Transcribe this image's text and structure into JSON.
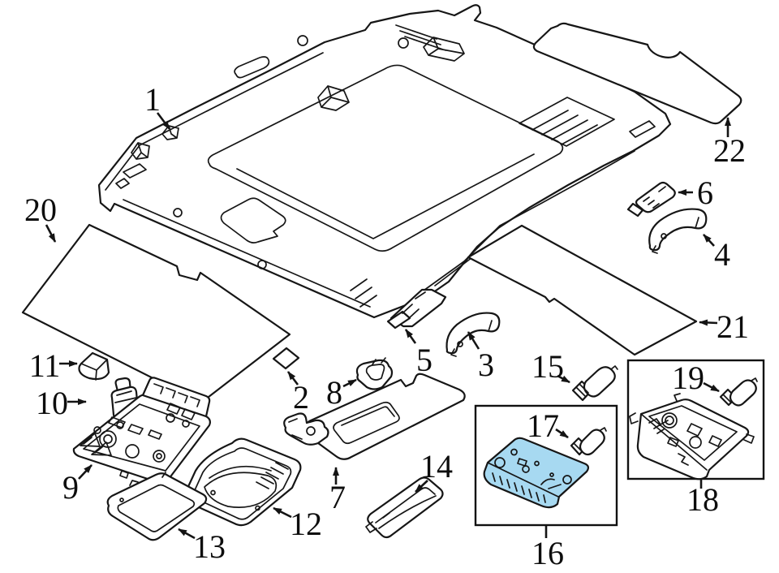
{
  "diagram": {
    "type": "exploded-parts-diagram",
    "subject": "vehicle roof headliner and interior trim",
    "background": "#ffffff",
    "line_color": "#161616",
    "label_color": "#0d0d0d",
    "highlight_fill": "#A7D9F1",
    "highlighted_callout": "16",
    "callouts": [
      {
        "number": "1",
        "part": "headliner-panel"
      },
      {
        "number": "2",
        "part": "mounting-pad"
      },
      {
        "number": "3",
        "part": "grab-handle"
      },
      {
        "number": "4",
        "part": "grab-handle"
      },
      {
        "number": "5",
        "part": "handle-bracket"
      },
      {
        "number": "6",
        "part": "handle-bracket"
      },
      {
        "number": "7",
        "part": "sun-visor"
      },
      {
        "number": "8",
        "part": "sun-visor-clip"
      },
      {
        "number": "9",
        "part": "overhead-console"
      },
      {
        "number": "10",
        "part": "bulb-socket"
      },
      {
        "number": "11",
        "part": "cap"
      },
      {
        "number": "12",
        "part": "console-housing"
      },
      {
        "number": "13",
        "part": "trim-frame"
      },
      {
        "number": "14",
        "part": "lamp-lens"
      },
      {
        "number": "15",
        "part": "bulb"
      },
      {
        "number": "16",
        "part": "interior-lamp",
        "highlighted": true
      },
      {
        "number": "17",
        "part": "bulb"
      },
      {
        "number": "18",
        "part": "reading-lamp"
      },
      {
        "number": "19",
        "part": "bulb"
      },
      {
        "number": "20",
        "part": "insulation-pad"
      },
      {
        "number": "21",
        "part": "insulation-pad"
      },
      {
        "number": "22",
        "part": "insulation-pad"
      }
    ]
  }
}
